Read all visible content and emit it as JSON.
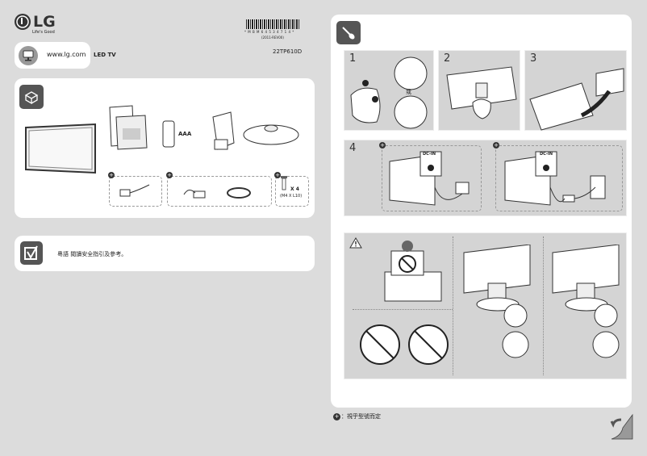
{
  "header": {
    "brand": "LG",
    "tagline": "Life's Good",
    "website": "www.lg.com",
    "product_type": "LED TV",
    "model": "22TP610D",
    "barcode_text": "* M B M 6 4 5 3 4 7 1 4 *",
    "barcode_date": "(2011-REV00)"
  },
  "contents": {
    "remote_battery_label": "AAA",
    "screw_count": "X 4",
    "screw_size": "(M4 X L10)"
  },
  "safety": {
    "text": "粵語 閱讀安全指引及參考。"
  },
  "assembly": {
    "steps": [
      "1",
      "2",
      "3",
      "4"
    ],
    "or_label": "或",
    "dc_in_label": "DC-IN"
  },
  "footer": {
    "note": "：視乎型號而定"
  }
}
